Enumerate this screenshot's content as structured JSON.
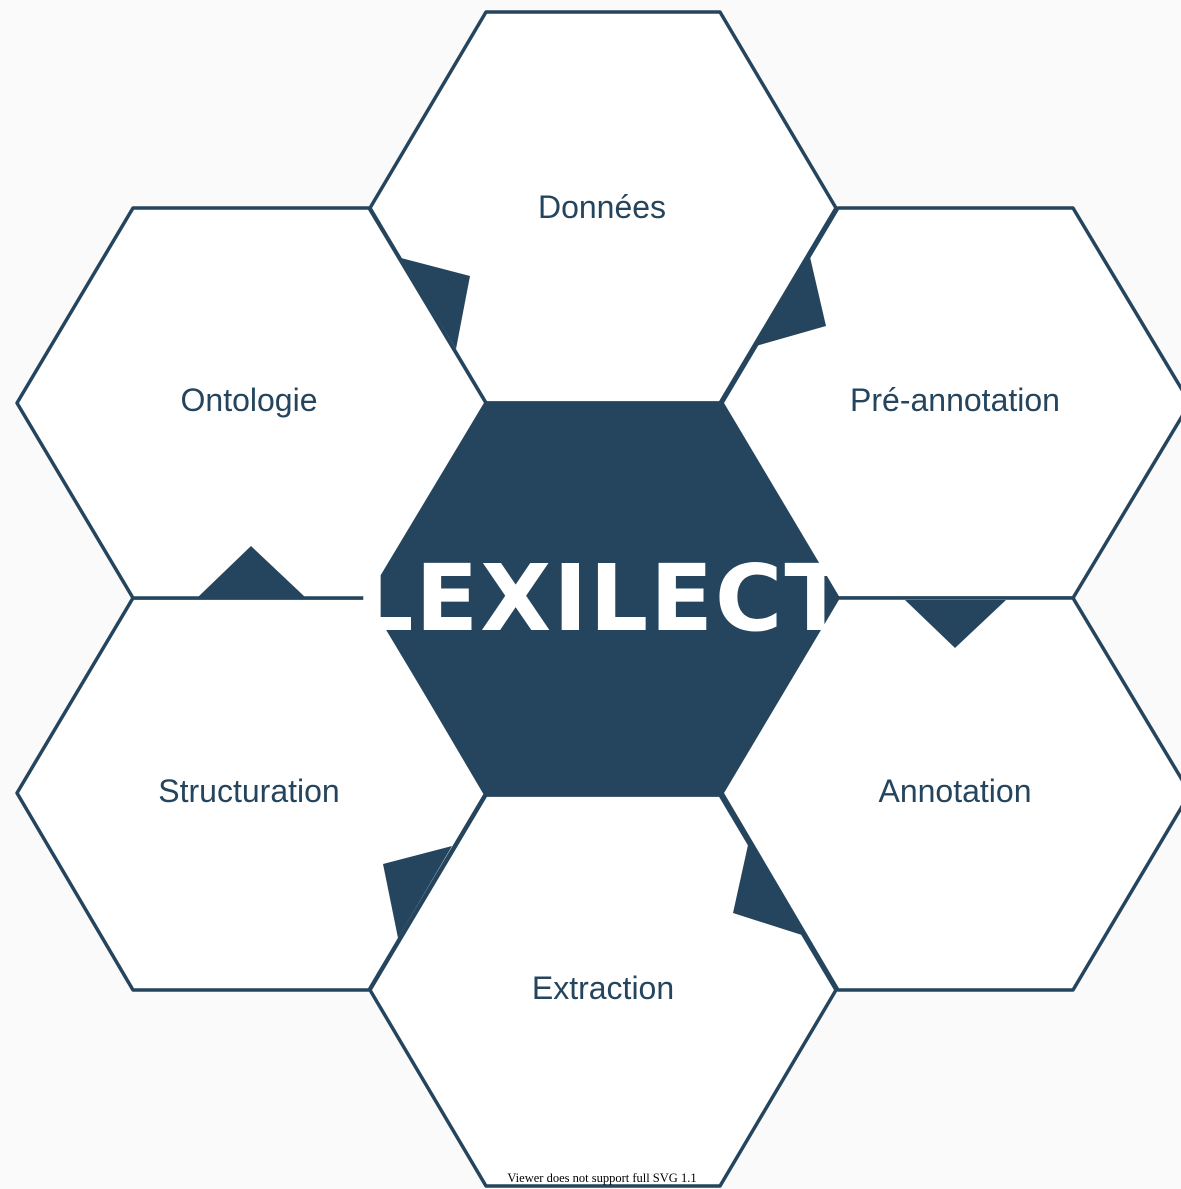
{
  "diagram": {
    "center_label": "LEXILECT",
    "steps": [
      {
        "id": "donnees",
        "label": "Données"
      },
      {
        "id": "pre-annotation",
        "label": "Pré-annotation"
      },
      {
        "id": "annotation",
        "label": "Annotation"
      },
      {
        "id": "extraction",
        "label": "Extraction"
      },
      {
        "id": "structuration",
        "label": "Structuration"
      },
      {
        "id": "ontologie",
        "label": "Ontologie"
      }
    ],
    "flow": "clockwise",
    "footer_note": "Viewer does not support full SVG 1.1"
  },
  "colors": {
    "primary": "#24455d",
    "background": "#fafafa",
    "cell_fill": "#ffffff",
    "center_text": "#ffffff"
  }
}
